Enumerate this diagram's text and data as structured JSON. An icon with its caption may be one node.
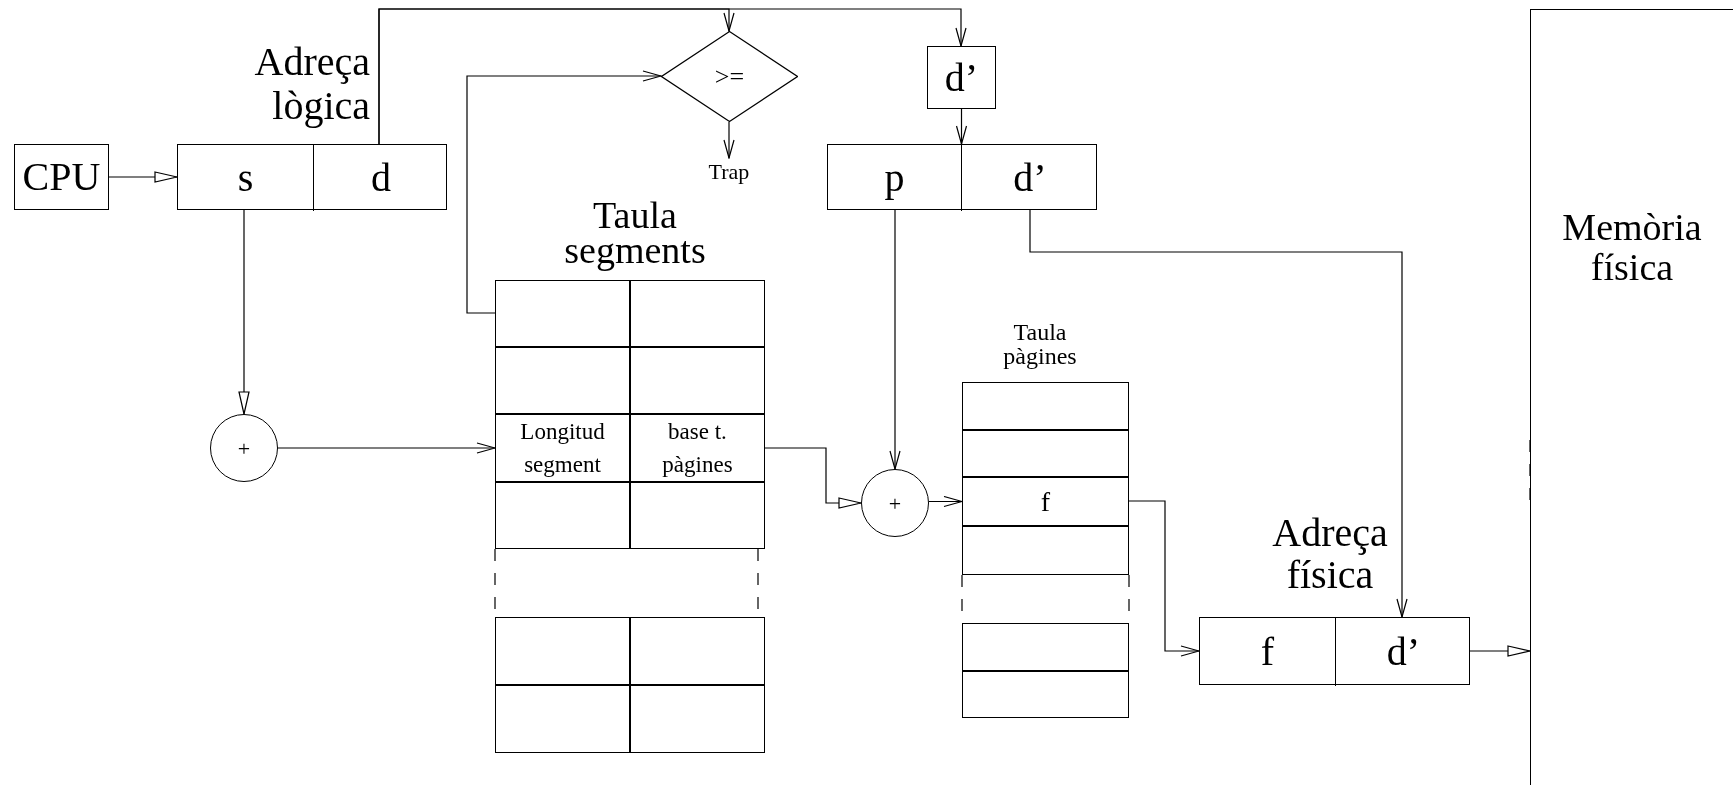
{
  "diagram": {
    "nodes": [
      {
        "text": [
          "CPU"
        ]
      },
      {
        "text": [],
        "shape": "box"
      },
      {
        "text": [
          "s"
        ],
        "in": 1
      },
      {
        "text": [
          "d"
        ],
        "in": 1
      },
      {
        "text": [
          ">="
        ]
      },
      {
        "text": [
          "Trap"
        ]
      },
      {
        "text": [
          "d’"
        ]
      },
      {
        "text": [],
        "shape": "box"
      },
      {
        "text": [
          "p"
        ],
        "in": 7
      },
      {
        "text": [
          "d’"
        ],
        "in": 7
      },
      {
        "text": [],
        "shape": "box"
      },
      {
        "text": [],
        "shape": "box"
      },
      {
        "text": [],
        "shape": "box"
      },
      {
        "text": [],
        "shape": "box"
      },
      {
        "text": [
          "Longitud segment"
        ]
      },
      {
        "text": [
          "base t. pàgines"
        ]
      },
      {
        "text": [],
        "shape": "box"
      },
      {
        "text": [],
        "shape": "box"
      },
      {
        "text": [],
        "shape": "box"
      },
      {
        "text": [],
        "shape": "box"
      },
      {
        "text": [],
        "shape": "box"
      },
      {
        "text": [],
        "shape": "box"
      },
      {
        "text": [
          "+"
        ]
      },
      {
        "text": [
          "+"
        ]
      },
      {
        "text": [],
        "shape": "box"
      },
      {
        "text": [],
        "shape": "box"
      },
      {
        "text": [
          "f"
        ]
      },
      {
        "text": [],
        "shape": "box"
      },
      {
        "text": [],
        "shape": "box"
      },
      {
        "text": [],
        "shape": "box"
      },
      {
        "text": [],
        "shape": "box"
      },
      {
        "text": [
          "f"
        ],
        "in": 30
      },
      {
        "text": [
          "d’"
        ],
        "in": 30
      },
      {
        "text": [
          "Memòria física"
        ]
      }
    ],
    "edges": [
      {
        "from": 0,
        "to": 1,
        "arrow": "to"
      },
      {
        "from": 3,
        "to": 4,
        "arrow": "to"
      },
      {
        "from": 3,
        "to": 6,
        "arrow": "to"
      },
      {
        "from": 4,
        "to": 5,
        "arrow": "to"
      },
      {
        "from": 6,
        "to": 7,
        "arrow": "to"
      },
      {
        "from": 10,
        "to": 4,
        "arrow": "to"
      },
      {
        "from": 2,
        "to": 22,
        "arrow": "to"
      },
      {
        "from": 22,
        "to": 14,
        "arrow": "to"
      },
      {
        "from": 15,
        "to": 23,
        "arrow": "to"
      },
      {
        "from": 8,
        "to": 23,
        "arrow": "to"
      },
      {
        "from": 23,
        "to": 26,
        "arrow": "to"
      },
      {
        "from": 26,
        "to": 31,
        "arrow": "to"
      },
      {
        "from": 9,
        "to": 32,
        "arrow": "to"
      },
      {
        "from": 30,
        "to": 33,
        "arrow": "to"
      }
    ],
    "labels": [
      "Adreça lògica",
      "Taula segments",
      "Taula pàgines",
      "Adreça física"
    ]
  }
}
